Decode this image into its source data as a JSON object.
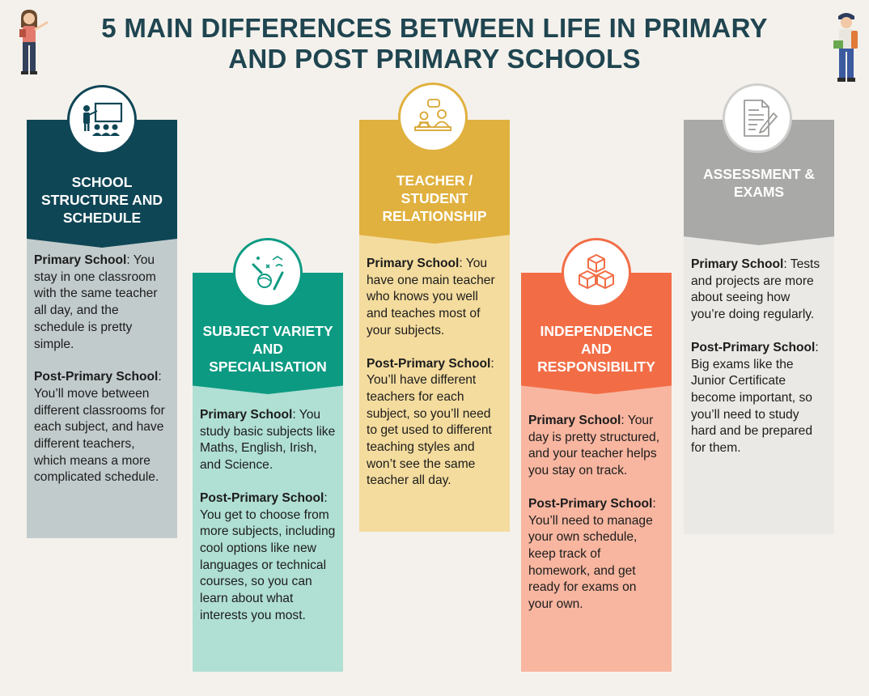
{
  "title": {
    "line1": "5 MAIN DIFFERENCES BETWEEN LIFE IN PRIMARY",
    "line2": "AND POST PRIMARY SCHOOLS"
  },
  "colors": {
    "title": "#1f4550",
    "structure": "#0f4656",
    "subject": "#0c9a82",
    "teacher": "#e0b13f",
    "independence": "#f26d46",
    "assessment": "#a9a9a7"
  },
  "cards": [
    {
      "icon": "teacher-classroom-icon",
      "heading": "SCHOOL STRUCTURE AND SCHEDULE",
      "primary_label": "Primary School",
      "primary_text": ": You stay in one classroom with the same teacher all day, and the schedule is pretty simple.",
      "post_label": "Post-Primary School",
      "post_text": ": You’ll move between different classrooms for each subject, and have different teachers, which means a more complicated schedule."
    },
    {
      "icon": "school-supplies-icon",
      "heading": "SUBJECT VARIETY AND SPECIALISATION",
      "primary_label": "Primary School",
      "primary_text": ": You study basic subjects like Maths, English, Irish, and Science.",
      "post_label": "Post-Primary School",
      "post_text": ": You get to choose from more subjects, including cool options like new languages or technical courses, so you can learn about what interests you most."
    },
    {
      "icon": "teacher-student-icon",
      "heading": "TEACHER / STUDENT RELATIONSHIP",
      "primary_label": "Primary School",
      "primary_text": ": You have one main teacher who knows you well and teaches most of your subjects.",
      "post_label": "Post-Primary School",
      "post_text": ": You’ll have different teachers for each subject, so you’ll need to get used to different teaching styles and won’t see the same teacher all day."
    },
    {
      "icon": "cubes-icon",
      "heading": "INDEPENDENCE AND RESPONSIBILITY",
      "primary_label": "Primary School",
      "primary_text": ": Your day is pretty structured, and your teacher helps you stay on track.",
      "post_label": "Post-Primary School",
      "post_text": ": You’ll need to manage your own schedule, keep track of homework, and get ready for exams on your own."
    },
    {
      "icon": "exam-paper-icon",
      "heading": "ASSESSMENT & EXAMS",
      "primary_label": "Primary School",
      "primary_text": ": Tests and projects are more about seeing how you’re doing regularly.",
      "post_label": "Post-Primary School",
      "post_text": ": Big exams like the Junior Certificate become important, so you’ll need to study hard and be prepared for them."
    }
  ]
}
